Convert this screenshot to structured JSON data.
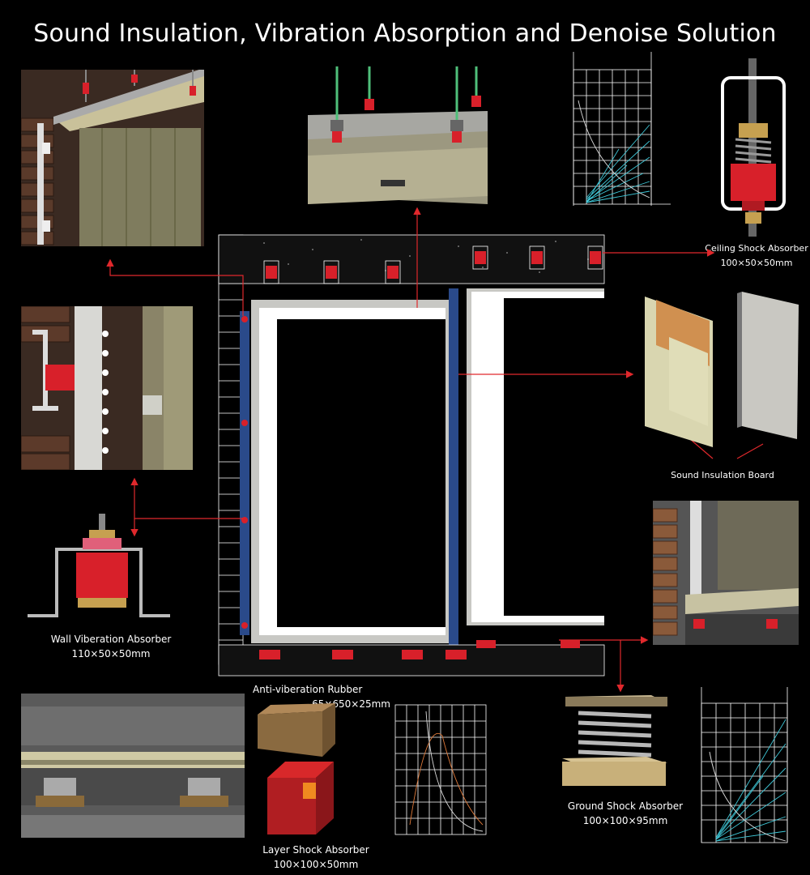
{
  "title": "Sound Insulation, Vibration Absorption and Denoise Solution",
  "labels": {
    "ceiling_shock_absorber": {
      "name": "Ceiling Shock Absorber",
      "size": "100×50×50mm"
    },
    "sound_insulation_board": {
      "name": "Sound Insulation Board"
    },
    "wall_vibration_absorber": {
      "name": "Wall Viberation Absorber",
      "size": "110×50×50mm"
    },
    "anti_vibration_rubber": {
      "name": "Anti-viberation Rubber",
      "size": "65×650×25mm"
    },
    "layer_shock_absorber": {
      "name": "Layer Shock Absorber",
      "size": "100×100×50mm"
    },
    "ground_shock_absorber": {
      "name": "Ground Shock Absorber",
      "size": "100×100×95mm"
    }
  },
  "colors": {
    "background": "#000000",
    "accent_red": "#d8202a",
    "arrow": "#e0282c",
    "grid": "#ffffff",
    "curve": "#3fc8d8"
  }
}
